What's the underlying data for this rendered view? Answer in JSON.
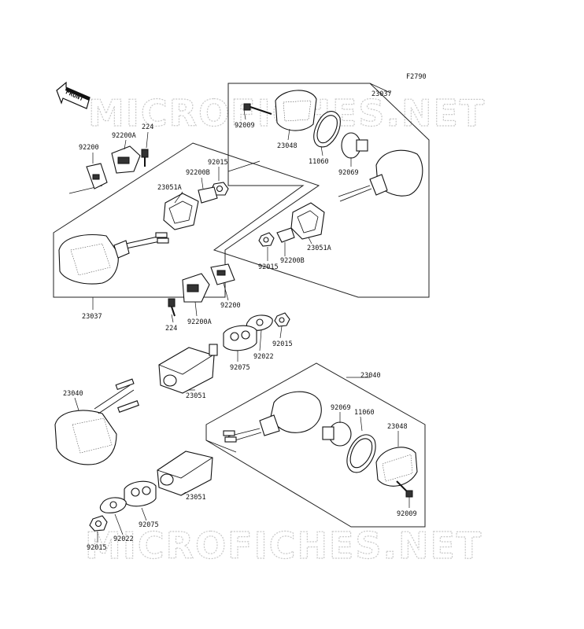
{
  "figure_code": "F2790",
  "front_label": "FRONT",
  "watermark": "MICROFICHES.NET",
  "part_labels": {
    "p23037_top": "23037",
    "p92009_top": "92009",
    "p23048_top": "23048",
    "p11060_top": "11060",
    "p92069_top": "92069",
    "p23051A_right": "23051A",
    "p92015_right": "92015",
    "p92200B_right": "92200B",
    "p224_top": "224",
    "p92200A_top": "92200A",
    "p92200_left": "92200",
    "p92015_left": "92015",
    "p92200B_left": "92200B",
    "p23051A_left": "23051A",
    "p23037_left": "23037",
    "p92200_mid": "92200",
    "p224_mid": "224",
    "p92200A_mid": "92200A",
    "p92075_mid": "92075",
    "p92022_mid": "92022",
    "p92015_mid": "92015",
    "p23051_mid": "23051",
    "p23040_left": "23040",
    "p23040_right": "23040",
    "p92069_bottom": "92069",
    "p11060_bottom": "11060",
    "p23048_bottom": "23048",
    "p92009_bottom": "92009",
    "p23051_bottom": "23051",
    "p92075_bottom": "92075",
    "p92022_bottom": "92022",
    "p92015_bottom": "92015"
  }
}
